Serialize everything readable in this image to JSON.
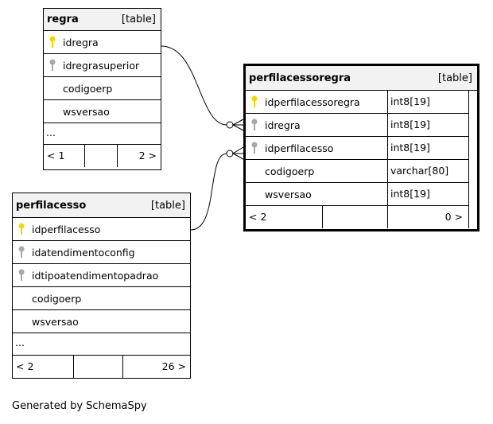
{
  "diagram": {
    "tables": {
      "regra": {
        "name": "regra",
        "kind": "[table]",
        "columns": [
          {
            "name": "idregra",
            "key": "primary"
          },
          {
            "name": "idregrasuperior",
            "key": "foreign"
          },
          {
            "name": "codigoerp",
            "key": "none"
          },
          {
            "name": "wsversao",
            "key": "none"
          }
        ],
        "more": "...",
        "pager": {
          "left": "< 1",
          "right": "2 >"
        }
      },
      "perfilacessoregra": {
        "name": "perfilacessoregra",
        "kind": "[table]",
        "columns": [
          {
            "name": "idperfilacessoregra",
            "key": "primary",
            "type": "int8[19]"
          },
          {
            "name": "idregra",
            "key": "foreign",
            "type": "int8[19]"
          },
          {
            "name": "idperfilacesso",
            "key": "foreign",
            "type": "int8[19]"
          },
          {
            "name": "codigoerp",
            "key": "none",
            "type": "varchar[80]"
          },
          {
            "name": "wsversao",
            "key": "none",
            "type": "int8[19]"
          }
        ],
        "pager": {
          "left": "< 2",
          "right": "0 >"
        }
      },
      "perfilacesso": {
        "name": "perfilacesso",
        "kind": "[table]",
        "columns": [
          {
            "name": "idperfilacesso",
            "key": "primary"
          },
          {
            "name": "idatendimentoconfig",
            "key": "foreign"
          },
          {
            "name": "idtipoatendimentopadrao",
            "key": "foreign"
          },
          {
            "name": "codigoerp",
            "key": "none"
          },
          {
            "name": "wsversao",
            "key": "none"
          }
        ],
        "more": "...",
        "pager": {
          "left": "< 2",
          "right": "26 >"
        }
      }
    },
    "key_colors": {
      "primary": "#f0d800",
      "foreign": "#a8a8a8"
    },
    "footer": "Generated by SchemaSpy"
  }
}
